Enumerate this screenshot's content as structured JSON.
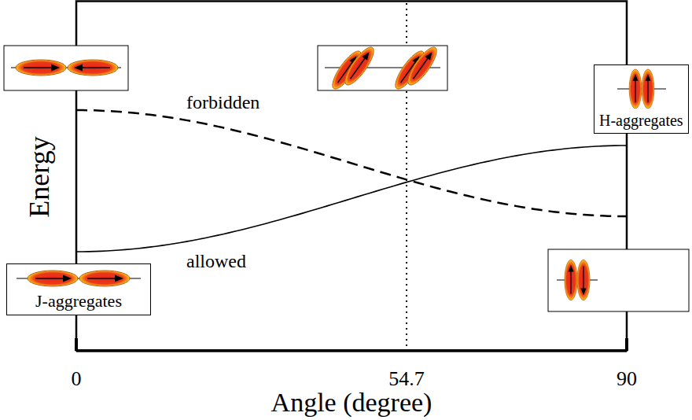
{
  "diagram": {
    "nodes": [
      {
        "text": [
          "H-aggregates"
        ]
      },
      {
        "text": [
          "J-aggregates"
        ]
      }
    ],
    "labels": [
      "forbidden",
      "allowed",
      "Energy",
      "0",
      "54.7",
      "90",
      "Angle (degree)"
    ]
  }
}
